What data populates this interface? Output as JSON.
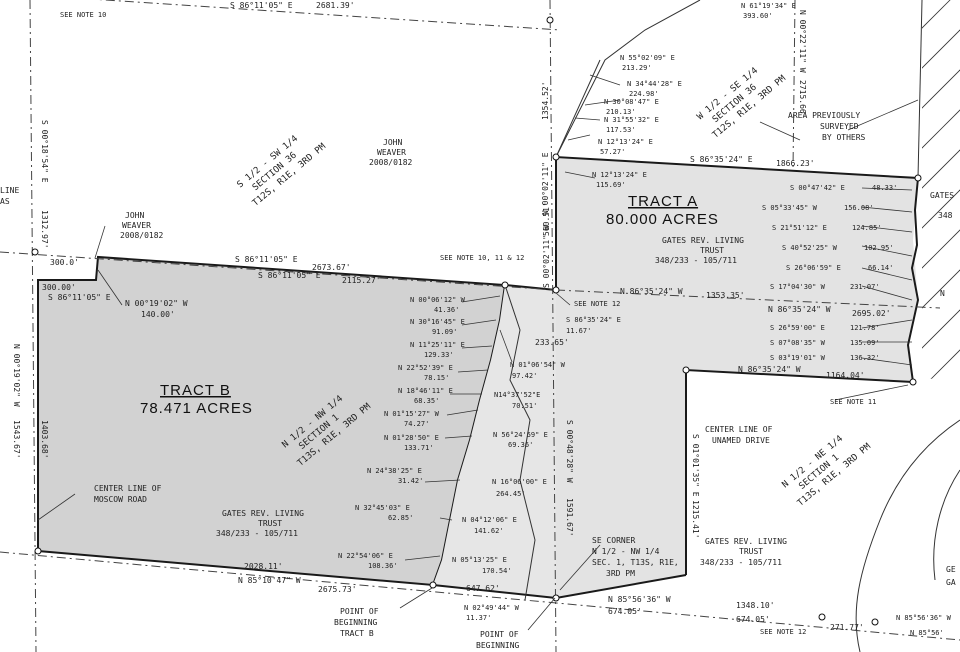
{
  "labels": {
    "see_note_10_top": "SEE NOTE 10",
    "top_bearing": "S 86°11'05\" E",
    "top_distance": "2681.39'",
    "left_top_bearing": "S 00°18'54\" E",
    "left_top_distance": "1312.97'",
    "line_frag": "LINE",
    "as_frag": "AS",
    "quarter_s_sw": [
      "S 1/2 - SW 1/4",
      "SECTION 36",
      "T12S, R1E, 3RD PM"
    ],
    "owner_weaver_center": [
      "JOHN",
      "WEAVER",
      "2008/0182"
    ],
    "owner_weaver_left": [
      "JOHN",
      "WEAVER",
      "2008/0182"
    ],
    "quarter_w_se": [
      "W 1/2 - SE 1/4",
      "SECTION 36",
      "T12S, R1E, 3RD PM"
    ],
    "area_prev": [
      "AREA PREVIOUSLY",
      "SURVEYED",
      "BY OTHERS"
    ],
    "mid_vertical": "N 00°02'11\" E",
    "mid_vertical_dist": "1354.52'",
    "n61": [
      "N 61°19'34\" E",
      "393.60'"
    ],
    "right_vertical": "N 00°22'11\" W",
    "right_vertical_dist": "2715.66'",
    "ne_calls": [
      [
        "N 55°02'09\" E",
        "213.29'"
      ],
      [
        "N 34°44'28\" E",
        "224.98'"
      ],
      [
        "N 30°08'47\" E",
        "210.13'"
      ],
      [
        "N 31°55'32\" E",
        "117.53'"
      ],
      [
        "N 12°13'24\" E",
        "57.27'"
      ],
      [
        "N 12°13'24\" E",
        "115.69'"
      ]
    ],
    "tract_a_top": "S 86°35'24\" E",
    "tract_a_top_dist": "1866.23'",
    "tract_a_title": "TRACT A",
    "tract_a_acres": "80.000 ACRES",
    "tract_a_owner": [
      "GATES REV. LIVING",
      "TRUST",
      "348/233 - 105/711"
    ],
    "tract_a_vertical": "S 00°02'11\" W",
    "tract_a_vertical_dist": "560.51'",
    "east_calls": [
      [
        "S 00°47'42\" E",
        "48.33'"
      ],
      [
        "S 05°33'45\" W",
        "156.08'"
      ],
      [
        "S 21°51'12\" E",
        "124.85'"
      ],
      [
        "S 40°52'25\" W",
        "102.95'"
      ],
      [
        "S 26°06'59\" E",
        "66.14'"
      ],
      [
        "S 17°04'30\" W",
        "231.07'"
      ],
      [
        "S 26°59'00\" E",
        "121.78'"
      ],
      [
        "S 07°08'35\" W",
        "135.09'"
      ],
      [
        "S 03°19'01\" W",
        "136.32'"
      ]
    ],
    "gates_right": "GATES",
    "frag_348": "348",
    "n86_mid": "N 86°35'24\" W",
    "n86_mid_dist": "1353.35'",
    "n86_right": "N 86°35'24\" W",
    "n86_right_dist": "2695.02'",
    "n_frag": "N",
    "see_note_10_11_12": "SEE NOTE 10, 11 & 12",
    "see_note_12_mid": "SEE NOTE 12",
    "s86_mid": "S 86°35'24\" E",
    "s86_mid_dist": "11.67'",
    "dist_233": "233.65'",
    "tract_b_top": "S 86°11'05\" E",
    "tract_b_top_dist": "2673.67'",
    "tract_b_top_inner": "S 86°11'05\" E",
    "tract_b_top_inner_dist": "2115.27'",
    "dist_300a": "300.0'",
    "dist_300b": "300.00'",
    "s86_left": "S 86°11'05\" E",
    "n00_left": [
      "N 00°19'02\" W",
      "140.00'"
    ],
    "tract_b_title": "TRACT B",
    "tract_b_acres": "78.471 ACRES",
    "quarter_n_nw": [
      "N 1/2 - NW 1/4",
      "SECTION 1",
      "T13S, R1E, 3RD PM"
    ],
    "tract_b_owner": [
      "GATES REV. LIVING",
      "TRUST",
      "348/233 - 105/711"
    ],
    "west_calls": [
      [
        "N 00°06'12\" W",
        "41.36'"
      ],
      [
        "N 30°16'45\" E",
        "91.09'"
      ],
      [
        "N 11°25'11\" E",
        "129.33'"
      ],
      [
        "N 22°52'39\" E",
        "78.15'"
      ],
      [
        "N 18°46'11\" E",
        "68.35'"
      ],
      [
        "N 01°15'27\" W",
        "74.27'"
      ],
      [
        "N 01°28'50\" E",
        "133.71'"
      ],
      [
        "N 24°38'25\" E",
        "31.42'"
      ],
      [
        "N 32°45'03\" E",
        "62.85'"
      ],
      [
        "N 22°54'06\" E",
        "108.36'"
      ]
    ],
    "mid_calls": [
      [
        "N 01°06'54\" W",
        "97.42'"
      ],
      [
        "N14°37'52\"E",
        "70.51'"
      ],
      [
        "N 56°24'59\" E",
        "69.36'"
      ],
      [
        "N 16°06'00\" E",
        "264.45'"
      ],
      [
        "N 04°12'06\" E",
        "141.62'"
      ],
      [
        "N 05°13'25\" E",
        "170.54'"
      ]
    ],
    "left_vertical": "N 00°19'02\" W",
    "left_vertical_dist": "1543.67'",
    "left_inner_dist": "1403.68'",
    "center_moscow": [
      "CENTER LINE OF",
      "MOSCOW ROAD"
    ],
    "mid_vertical_b": "S 00°48'28\" W",
    "mid_vertical_b_dist": "1591.67'",
    "s01": "S 01°01'35\" E",
    "s01_dist": "1215.41'",
    "inner_s86": "N 86°35'24\" W",
    "inner_s86_dist": "1164.04'",
    "see_note_11": "SEE NOTE 11",
    "center_unamed": [
      "CENTER LINE OF",
      "UNAMED DRIVE"
    ],
    "quarter_n_ne": [
      "N 1/2 - NE 1/4",
      "SECTION 1",
      "T13S, R1E, 3RD PM"
    ],
    "owner_gates_lower": [
      "GATES REV. LIVING",
      "TRUST",
      "348/233 - 105/711"
    ],
    "ge_frag": "GE",
    "ga_frag": "GA",
    "bottom_inner_dist": "2028.11'",
    "bottom_bearing": "N 85°10'47\" W",
    "bottom_dist": "2675.73'",
    "dist_647": "647.62'",
    "n02": [
      "N 02°49'44\" W",
      "11.37'"
    ],
    "se_corner": [
      "SE CORNER",
      "N 1/2 - NW 1/4",
      "SEC. 1, T13S, R1E,",
      "3RD PM"
    ],
    "n85_bottom": "N 85°56'36\" W",
    "n85_bottom_dist": "674.05'",
    "pob_b": [
      "POINT OF",
      "BEGINNING",
      "TRACT B"
    ],
    "pob": [
      "POINT OF",
      "BEGINNING"
    ],
    "dist_1348": "1348.10'",
    "dist_674": "674.05'",
    "see_note_12_bottom": "SEE NOTE 12",
    "dist_271": "271.77'",
    "n85_right": "N 85°56'36\" W",
    "n85_right2": "N 85°56'"
  },
  "colors": {
    "tract_a": "#e3e3e3",
    "tract_b": "#d2d2d2",
    "line": "#1a1a1a"
  }
}
